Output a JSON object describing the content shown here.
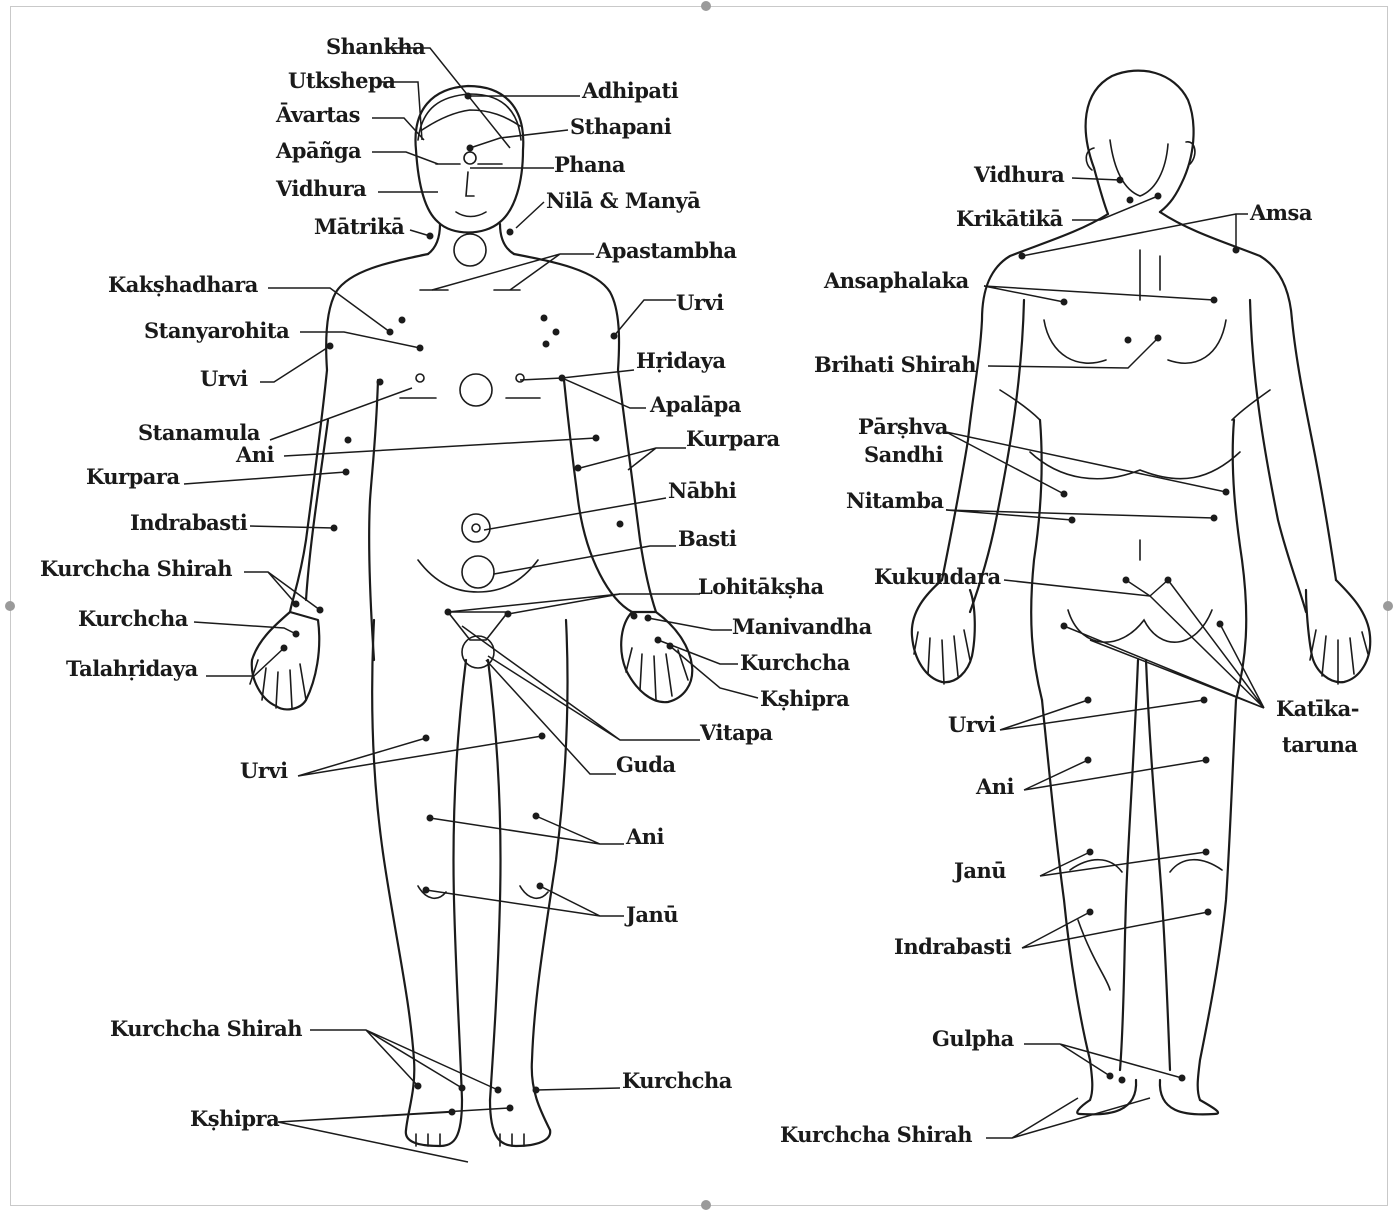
{
  "front_labels": [
    "Shankha",
    "Utkshepa",
    "Āvartas",
    "Apāñga",
    "Vidhura",
    "Mātrikā",
    "Adhipati",
    "Sthapani",
    "Phana",
    "Nilā & Manyā",
    "Apastambha",
    "Kakṣhadhara",
    "Stanyarohita",
    "Urvi",
    "Stanamula",
    "Ani",
    "Kurpara",
    "Indrabasti",
    "Kurchcha Shirah",
    "Kurchcha",
    "Talahṛidaya",
    "Urvi",
    "Hṛidaya",
    "Apalāpa",
    "Kurpara",
    "Nābhi",
    "Basti",
    "Lohitākṣha",
    "Manivandha",
    "Kurchcha",
    "Kṣhipra",
    "Vitapa",
    "Guda",
    "Urvi",
    "Ani",
    "Janū",
    "Kurchcha Shirah",
    "Kṣhipra",
    "Kurchcha"
  ],
  "back_labels": [
    "Vidhura",
    "Krikātikā",
    "Amsa",
    "Ansaphalaka",
    "Brihati Shirah",
    "Pārṣhva",
    "Sandhi",
    "Nitamba",
    "Kukundara",
    "Katīka-",
    "taruna",
    "Urvi",
    "Ani",
    "Janū",
    "Indrabasti",
    "Gulpha",
    "Kurchcha Shirah"
  ]
}
